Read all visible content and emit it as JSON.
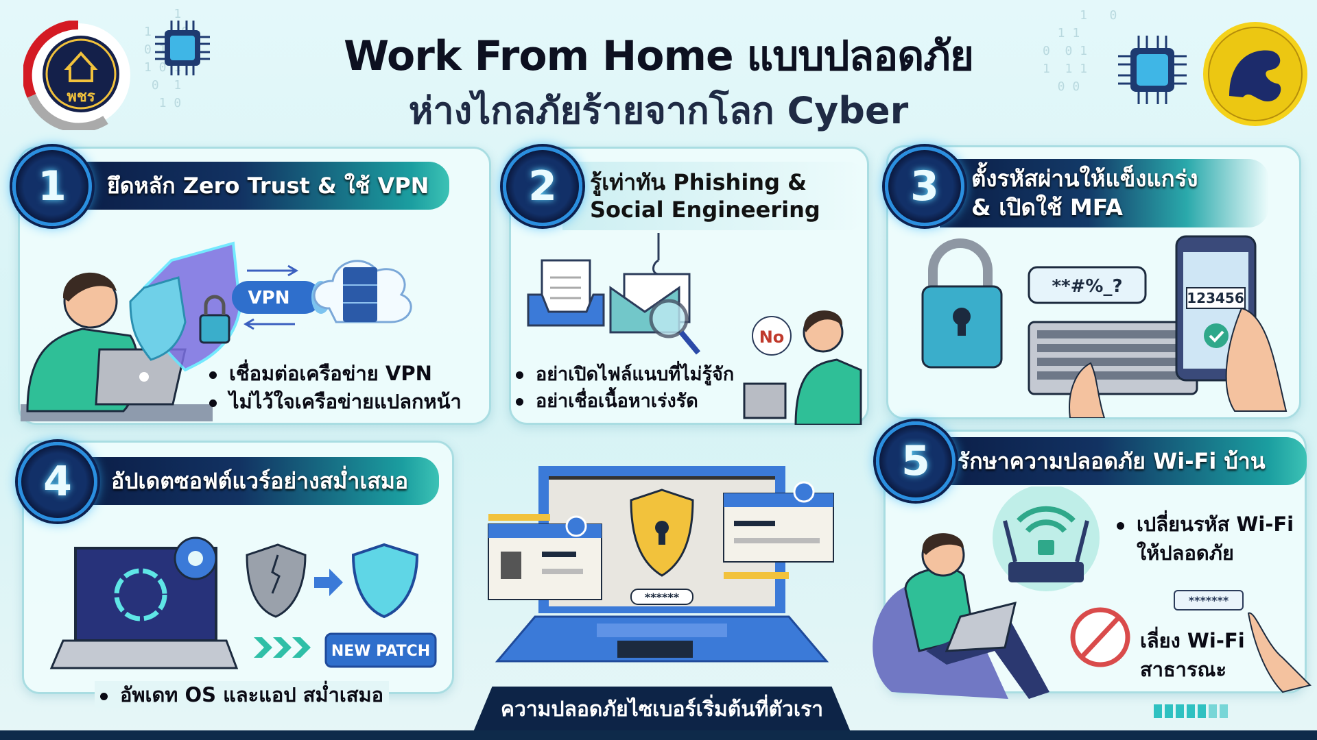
{
  "header": {
    "title_line1": "Work From Home แบบปลอดภัย",
    "title_line2": "ห่างไกลภัยร้ายจากโลก Cyber",
    "left_logo_text": "พชร"
  },
  "sections": [
    {
      "number": "1",
      "title": "ยึดหลัก Zero Trust & ใช้ VPN",
      "illustration_label": "VPN",
      "bullets": [
        "เชื่อมต่อเครือข่าย VPN",
        "ไม่ไว้ใจเครือข่ายแปลกหน้า"
      ]
    },
    {
      "number": "2",
      "title_line1": "รู้เท่าทัน Phishing &",
      "title_line2": "Social Engineering",
      "speech": "No",
      "bullets": [
        "อย่าเปิดไฟล์แนบที่ไม่รู้จัก",
        "อย่าเชื่อเนื้อหาเร่งรัด"
      ]
    },
    {
      "number": "3",
      "title_line1": "ตั้งรหัสผ่านให้แข็งแกร่ง",
      "title_line2": "& เปิดใช้ MFA",
      "password_bubble": "**#%_?",
      "otp_code": "123456"
    },
    {
      "number": "4",
      "title": "อัปเดตซอฟต์แวร์อย่างสม่ำเสมอ",
      "patch_label": "NEW PATCH",
      "bullets": [
        "อัพเดท OS และแอป สม่ำเสมอ"
      ]
    },
    {
      "number": "5",
      "title": "รักษาความปลอดภัย Wi-Fi บ้าน",
      "bullet1_line1": "เปลี่ยนรหัส Wi-Fi",
      "bullet1_line2": "ให้ปลอดภัย",
      "bullet2_line1": "เลี่ยง Wi-Fi",
      "bullet2_line2": "สาธารณะ",
      "password_field": "*******"
    }
  ],
  "center": {
    "password_field": "******"
  },
  "footer": {
    "text": "ความปลอดภัยไซเบอร์เริ่มต้นที่ตัวเรา"
  },
  "colors": {
    "navy": "#0b1d46",
    "teal": "#1b9ea0",
    "accent_blue": "#3b7ad8",
    "yellow": "#f2c23c",
    "shirt": "#2fbf97"
  }
}
